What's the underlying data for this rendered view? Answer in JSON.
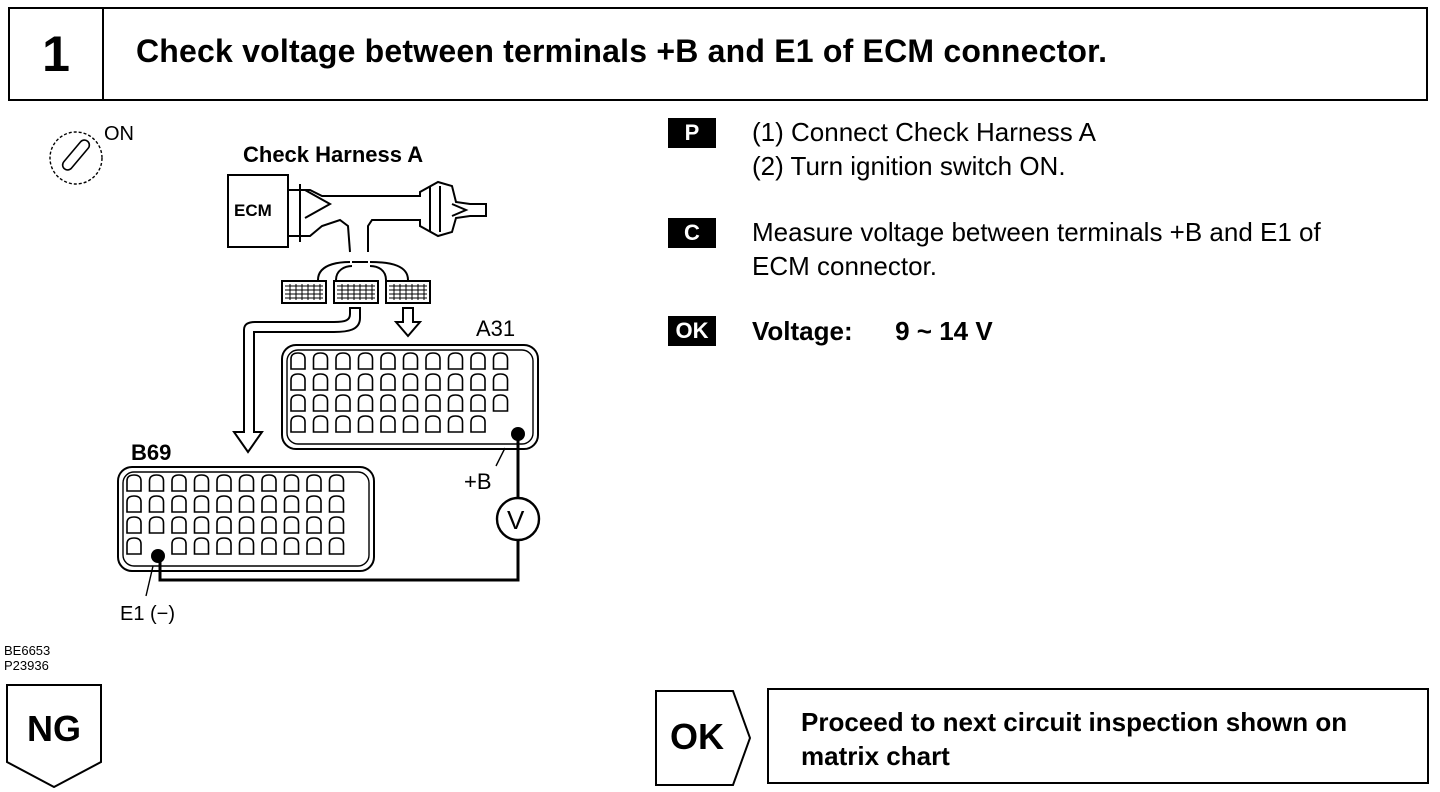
{
  "header": {
    "step_number": "1",
    "title": "Check voltage between terminals +B and E1 of ECM connector."
  },
  "diagram": {
    "ignition_label": "ON",
    "harness_label": "Check Harness A",
    "ecm_label": "ECM",
    "connector_a_label": "A31",
    "connector_b_label": "B69",
    "positive_terminal_label": "+B",
    "negative_terminal_label": "E1 (−)",
    "voltmeter_symbol": "V",
    "icons": [
      "ignition-switch-icon",
      "voltmeter-icon"
    ]
  },
  "figure_ids": [
    "BE6653",
    "P23936"
  ],
  "instructions": {
    "prep_badge": "P",
    "prep_steps": [
      "(1) Connect Check Harness A",
      "(2) Turn ignition switch ON."
    ],
    "check_badge": "C",
    "check_lines": [
      "Measure voltage between terminals +B and E1 of",
      "ECM connector."
    ],
    "ok_badge": "OK",
    "spec_label": "Voltage:",
    "spec_value": "9 ~ 14 V"
  },
  "results": {
    "ng_label": "NG",
    "ok_label": "OK",
    "ok_action_lines": [
      "Proceed to next circuit inspection shown on",
      "matrix chart"
    ]
  }
}
